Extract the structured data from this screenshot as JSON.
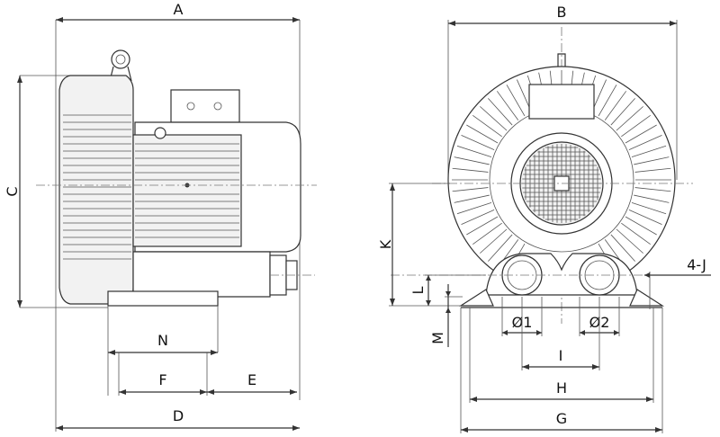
{
  "drawing": {
    "side_view": {
      "dim_labels": {
        "A": "A",
        "C": "C",
        "N": "N",
        "F": "F",
        "E": "E",
        "D": "D"
      }
    },
    "front_view": {
      "dim_labels": {
        "B": "B",
        "K": "K",
        "L": "L",
        "M": "M",
        "J": "4-J",
        "d1": "Ø1",
        "d2": "Ø2",
        "I": "I",
        "H": "H",
        "G": "G"
      }
    }
  }
}
